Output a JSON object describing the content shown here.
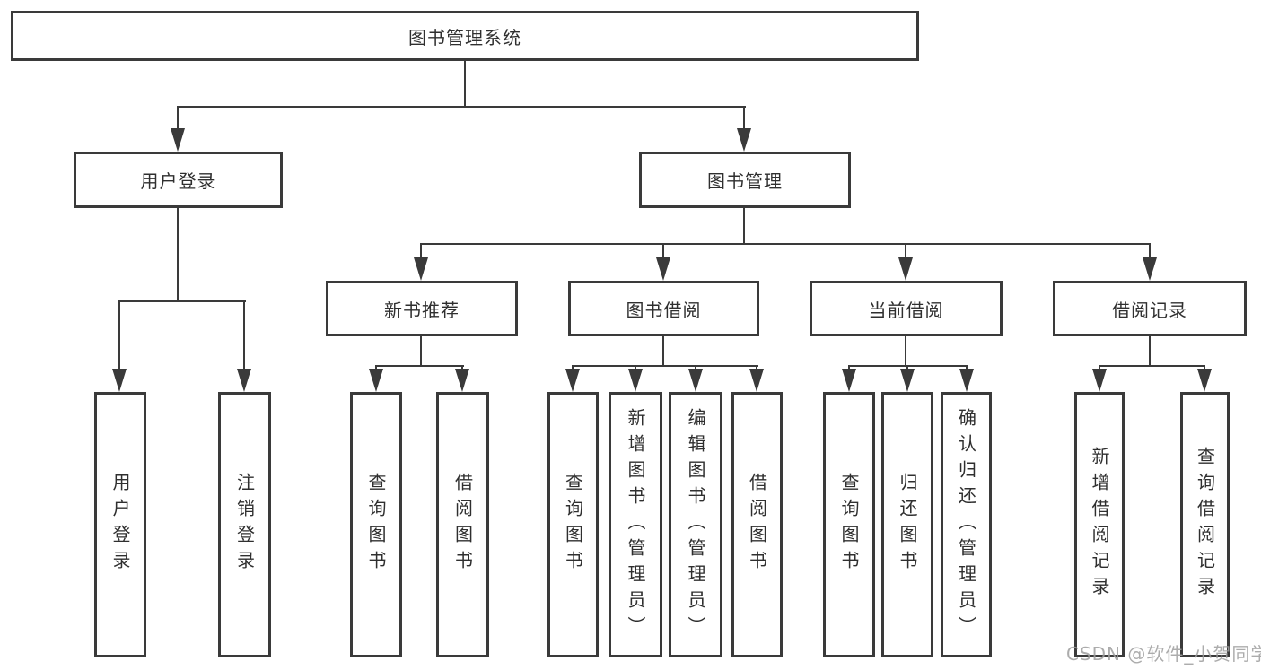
{
  "diagram": {
    "title": "图书管理系统",
    "root": {
      "label": "图书管理系统"
    },
    "level2": [
      {
        "label": "用户登录",
        "children": [
          {
            "label": "用户登录"
          },
          {
            "label": "注销登录"
          }
        ]
      },
      {
        "label": "图书管理",
        "children": [
          {
            "label": "新书推荐",
            "children": [
              {
                "label": "查询图书"
              },
              {
                "label": "借阅图书"
              }
            ]
          },
          {
            "label": "图书借阅",
            "children": [
              {
                "label": "查询图书"
              },
              {
                "label": "新增图书（管理员）"
              },
              {
                "label": "编辑图书（管理员）"
              },
              {
                "label": "借阅图书"
              }
            ]
          },
          {
            "label": "当前借阅",
            "children": [
              {
                "label": "查询图书"
              },
              {
                "label": "归还图书"
              },
              {
                "label": "确认归还（管理员）"
              }
            ]
          },
          {
            "label": "借阅记录",
            "children": [
              {
                "label": "新增借阅记录"
              },
              {
                "label": "查询借阅记录"
              }
            ]
          }
        ]
      }
    ]
  },
  "watermark": {
    "text": "CSDN @软件_小贺同学"
  },
  "colors": {
    "line": "#3a3a3a",
    "box_border": "#3a3a3a",
    "box_fill": "#ffffff",
    "text": "#2f2f2f",
    "watermark": "#9e9e9e",
    "background": "#ffffff"
  }
}
